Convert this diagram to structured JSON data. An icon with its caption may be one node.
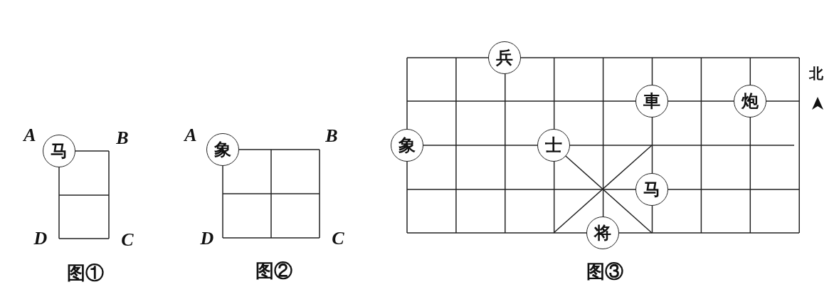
{
  "diagram": {
    "nodes": [
      {
        "text": [
          "马"
        ]
      },
      {
        "text": [
          "象"
        ]
      },
      {
        "text": [
          "兵"
        ]
      },
      {
        "text": [
          "車"
        ]
      },
      {
        "text": [
          "炮"
        ]
      },
      {
        "text": [
          "象"
        ]
      },
      {
        "text": [
          "士"
        ]
      },
      {
        "text": [
          "马"
        ]
      },
      {
        "text": [
          "将"
        ]
      }
    ],
    "labels": [
      "A",
      "B",
      "D",
      "C",
      "图①",
      "A",
      "B",
      "D",
      "C",
      "图②",
      "北",
      "图③"
    ]
  }
}
